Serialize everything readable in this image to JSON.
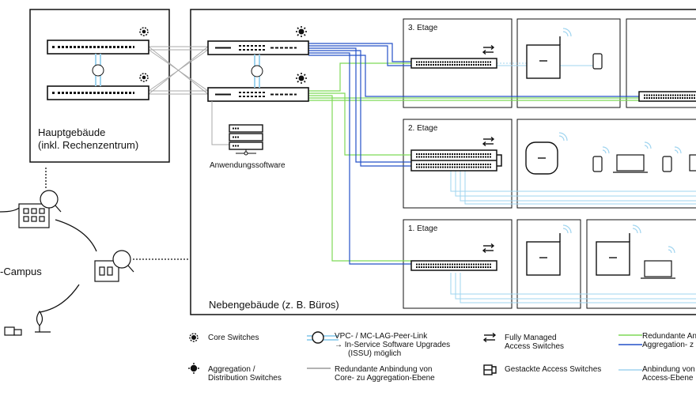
{
  "buildings": {
    "main": "Hauptgebäude",
    "main_sub": "(inkl. Rechenzentrum)",
    "secondary": "Nebengebäude (z. B. Büros)",
    "campus": "-Campus"
  },
  "floors": {
    "third": "3. Etage",
    "second": "2. Etage",
    "first": "1. Etage"
  },
  "app_software": "Anwendungssoftware",
  "legend": {
    "core": "Core Switches",
    "aggregation": "Aggregation / Distribution Switches",
    "vpc_title": "VPC- / MC-LAG-Peer-Link",
    "vpc_sub1": "→ In-Service Software Upgrades",
    "vpc_sub2": "(ISSU) möglich",
    "redundant_core_agg": "Redundante Anbindung von Core- zu Aggregation-Ebene",
    "fully_managed": "Fully Managed Access Switches",
    "stacked": "Gestackte Access Switches",
    "redundant_green": "Redundante An",
    "aggregation_blue": "Aggregation- z",
    "access_level": "Anbindung von Access-Ebene"
  },
  "colors": {
    "green": "#7ed957",
    "blue": "#2450c8",
    "lightblue": "#9fd4ef",
    "gray": "#9a9a9a"
  }
}
